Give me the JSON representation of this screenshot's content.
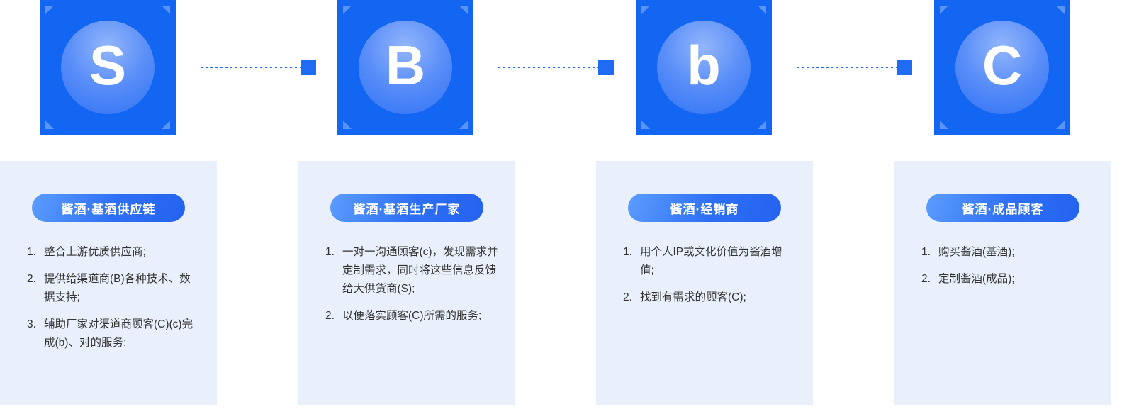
{
  "colors": {
    "square_blue": "#1266f1",
    "panel_light_blue": "#e9f0fb",
    "connector_blue": "#1f6bf3",
    "badge_gradient_start": "#5c9dfe",
    "badge_gradient_end": "#2463ef",
    "text_dark": "#333333"
  },
  "columns": [
    {
      "letter": "S",
      "badge": "酱酒·基酒供应链",
      "items": [
        {
          "num": "1.",
          "text": "整合上游优质供应商;"
        },
        {
          "num": "2.",
          "text": "提供给渠道商(B)各种技术、数据支持;"
        },
        {
          "num": "3.",
          "text": "辅助厂家对渠道商顾客(C)(c)完成(b)、对的服务;"
        }
      ]
    },
    {
      "letter": "B",
      "badge": "酱酒·基酒生产厂家",
      "items": [
        {
          "num": "1.",
          "text": "一对一沟通顾客(c)，发现需求并定制需求，同时将这些信息反馈给大供货商(S);"
        },
        {
          "num": "2.",
          "text": "以便落实顾客(C)所需的服务;"
        }
      ]
    },
    {
      "letter": "b",
      "badge": "酱酒·经销商",
      "items": [
        {
          "num": "1.",
          "text": "用个人IP或文化价值为酱酒增值;"
        },
        {
          "num": "2.",
          "text": "找到有需求的顾客(C);"
        }
      ]
    },
    {
      "letter": "C",
      "badge": "酱酒·成品顾客",
      "items": [
        {
          "num": "1.",
          "text": "购买酱酒(基酒);"
        },
        {
          "num": "2.",
          "text": "定制酱酒(成品);"
        }
      ]
    }
  ]
}
